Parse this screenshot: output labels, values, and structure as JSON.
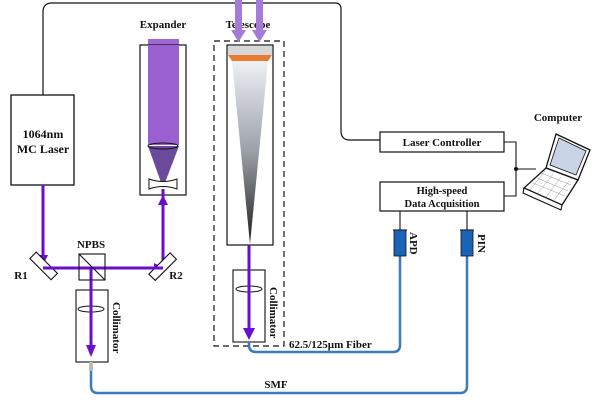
{
  "labels": {
    "laser_line1": "1064nm",
    "laser_line2": "MC Laser",
    "expander": "Expander",
    "telescope": "Telescope",
    "npbs": "NPBS",
    "r1": "R1",
    "r2": "R2",
    "collimator_left": "Collimator",
    "collimator_right": "Collimator",
    "laser_controller": "Laser Controller",
    "daq_line1": "High-speed",
    "daq_line2": "Data Acquisition",
    "computer": "Computer",
    "apd": "APD",
    "pin": "PIN",
    "fiber": "62.5/125µm Fiber",
    "smf": "SMF"
  },
  "colors": {
    "beam": "#6a0dcc",
    "beam_expanded": "#9a5fd0",
    "fiber": "#3a7bbf",
    "detector": "#1a64b8",
    "telescope_cap": "#e87b2e",
    "wire": "#111111"
  }
}
